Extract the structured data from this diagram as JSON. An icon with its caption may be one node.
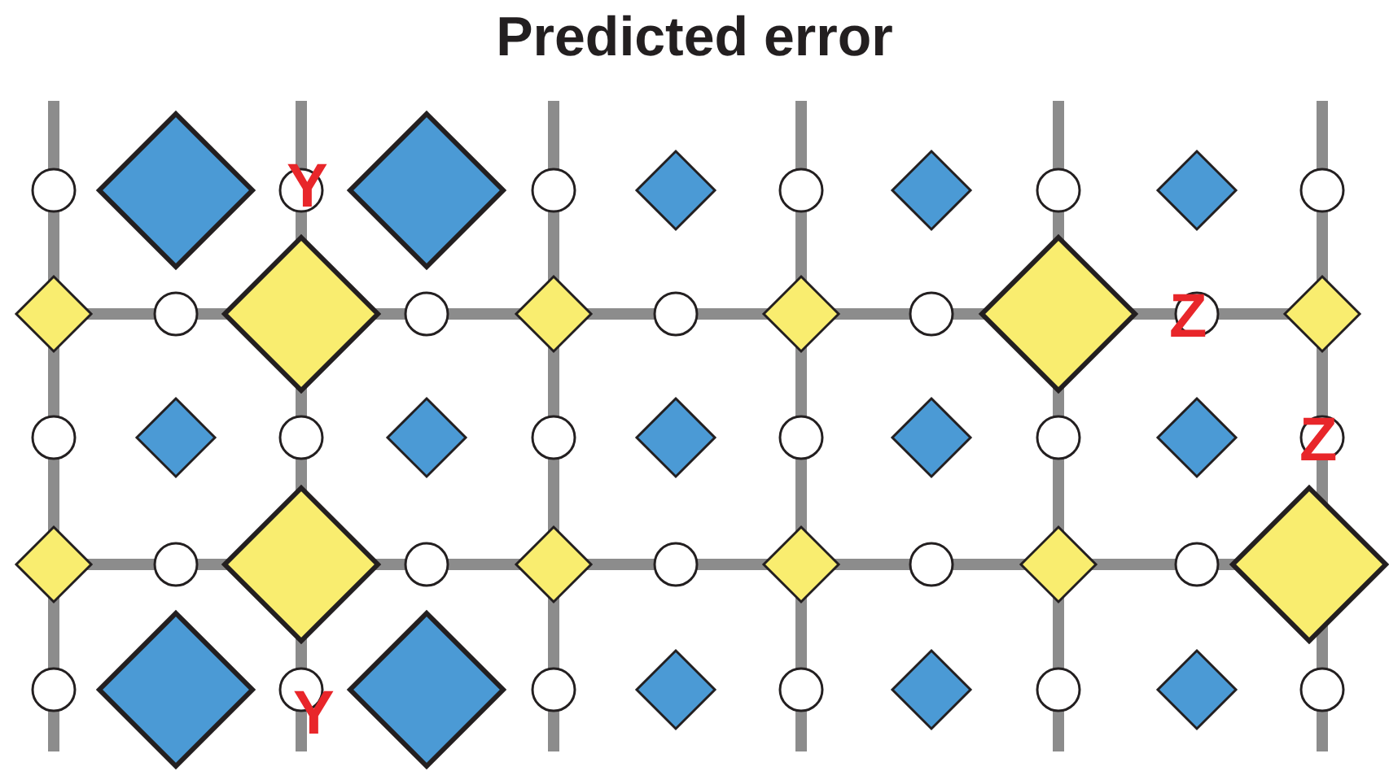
{
  "diagram": {
    "title": "Predicted error",
    "labels": [
      "Y",
      "Z",
      "Z",
      "Y"
    ]
  }
}
